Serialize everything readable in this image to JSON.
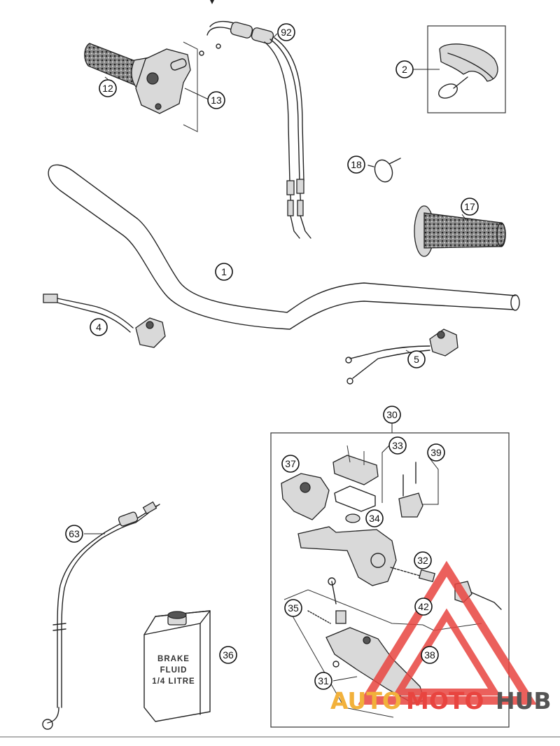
{
  "callouts": {
    "c1": "1",
    "c2": "2",
    "c4": "4",
    "c5": "5",
    "c12": "12",
    "c13": "13",
    "c17": "17",
    "c18": "18",
    "c92": "92",
    "c30": "30",
    "c31": "31",
    "c32": "32",
    "c33": "33",
    "c34": "34",
    "c35": "35",
    "c36": "36",
    "c37": "37",
    "c38": "38",
    "c39": "39",
    "c42": "42",
    "c63": "63"
  },
  "bottle_label": {
    "line1": "BRAKE",
    "line2": "FLUID",
    "line3": "1/4 LITRE"
  },
  "watermark": {
    "part_auto": "AUTO",
    "part_moto": "MOTO",
    "part_hub": "HUB",
    "color_primary": "#e8443f",
    "color_secondary": "#f2b13b",
    "color_dark": "#555555"
  }
}
